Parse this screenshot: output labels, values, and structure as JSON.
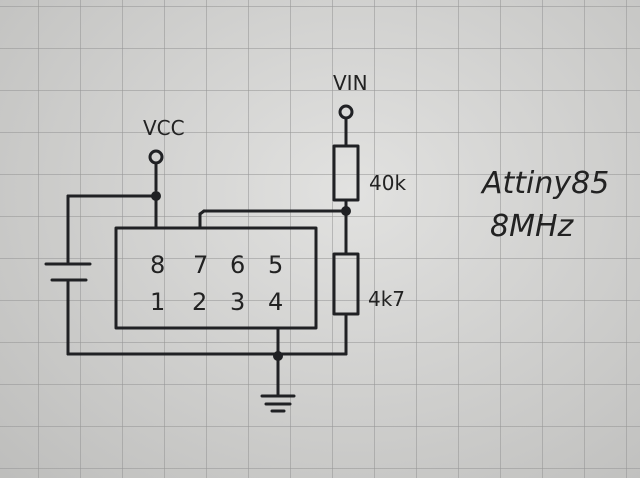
{
  "labels": {
    "vcc": "VCC",
    "vin": "VIN",
    "r_top": "40k",
    "r_bottom": "4k7",
    "chip": "Attiny85",
    "clock": "8MHz"
  },
  "pins": {
    "top": [
      "8",
      "7",
      "6",
      "5"
    ],
    "bottom": [
      "1",
      "2",
      "3",
      "4"
    ]
  }
}
